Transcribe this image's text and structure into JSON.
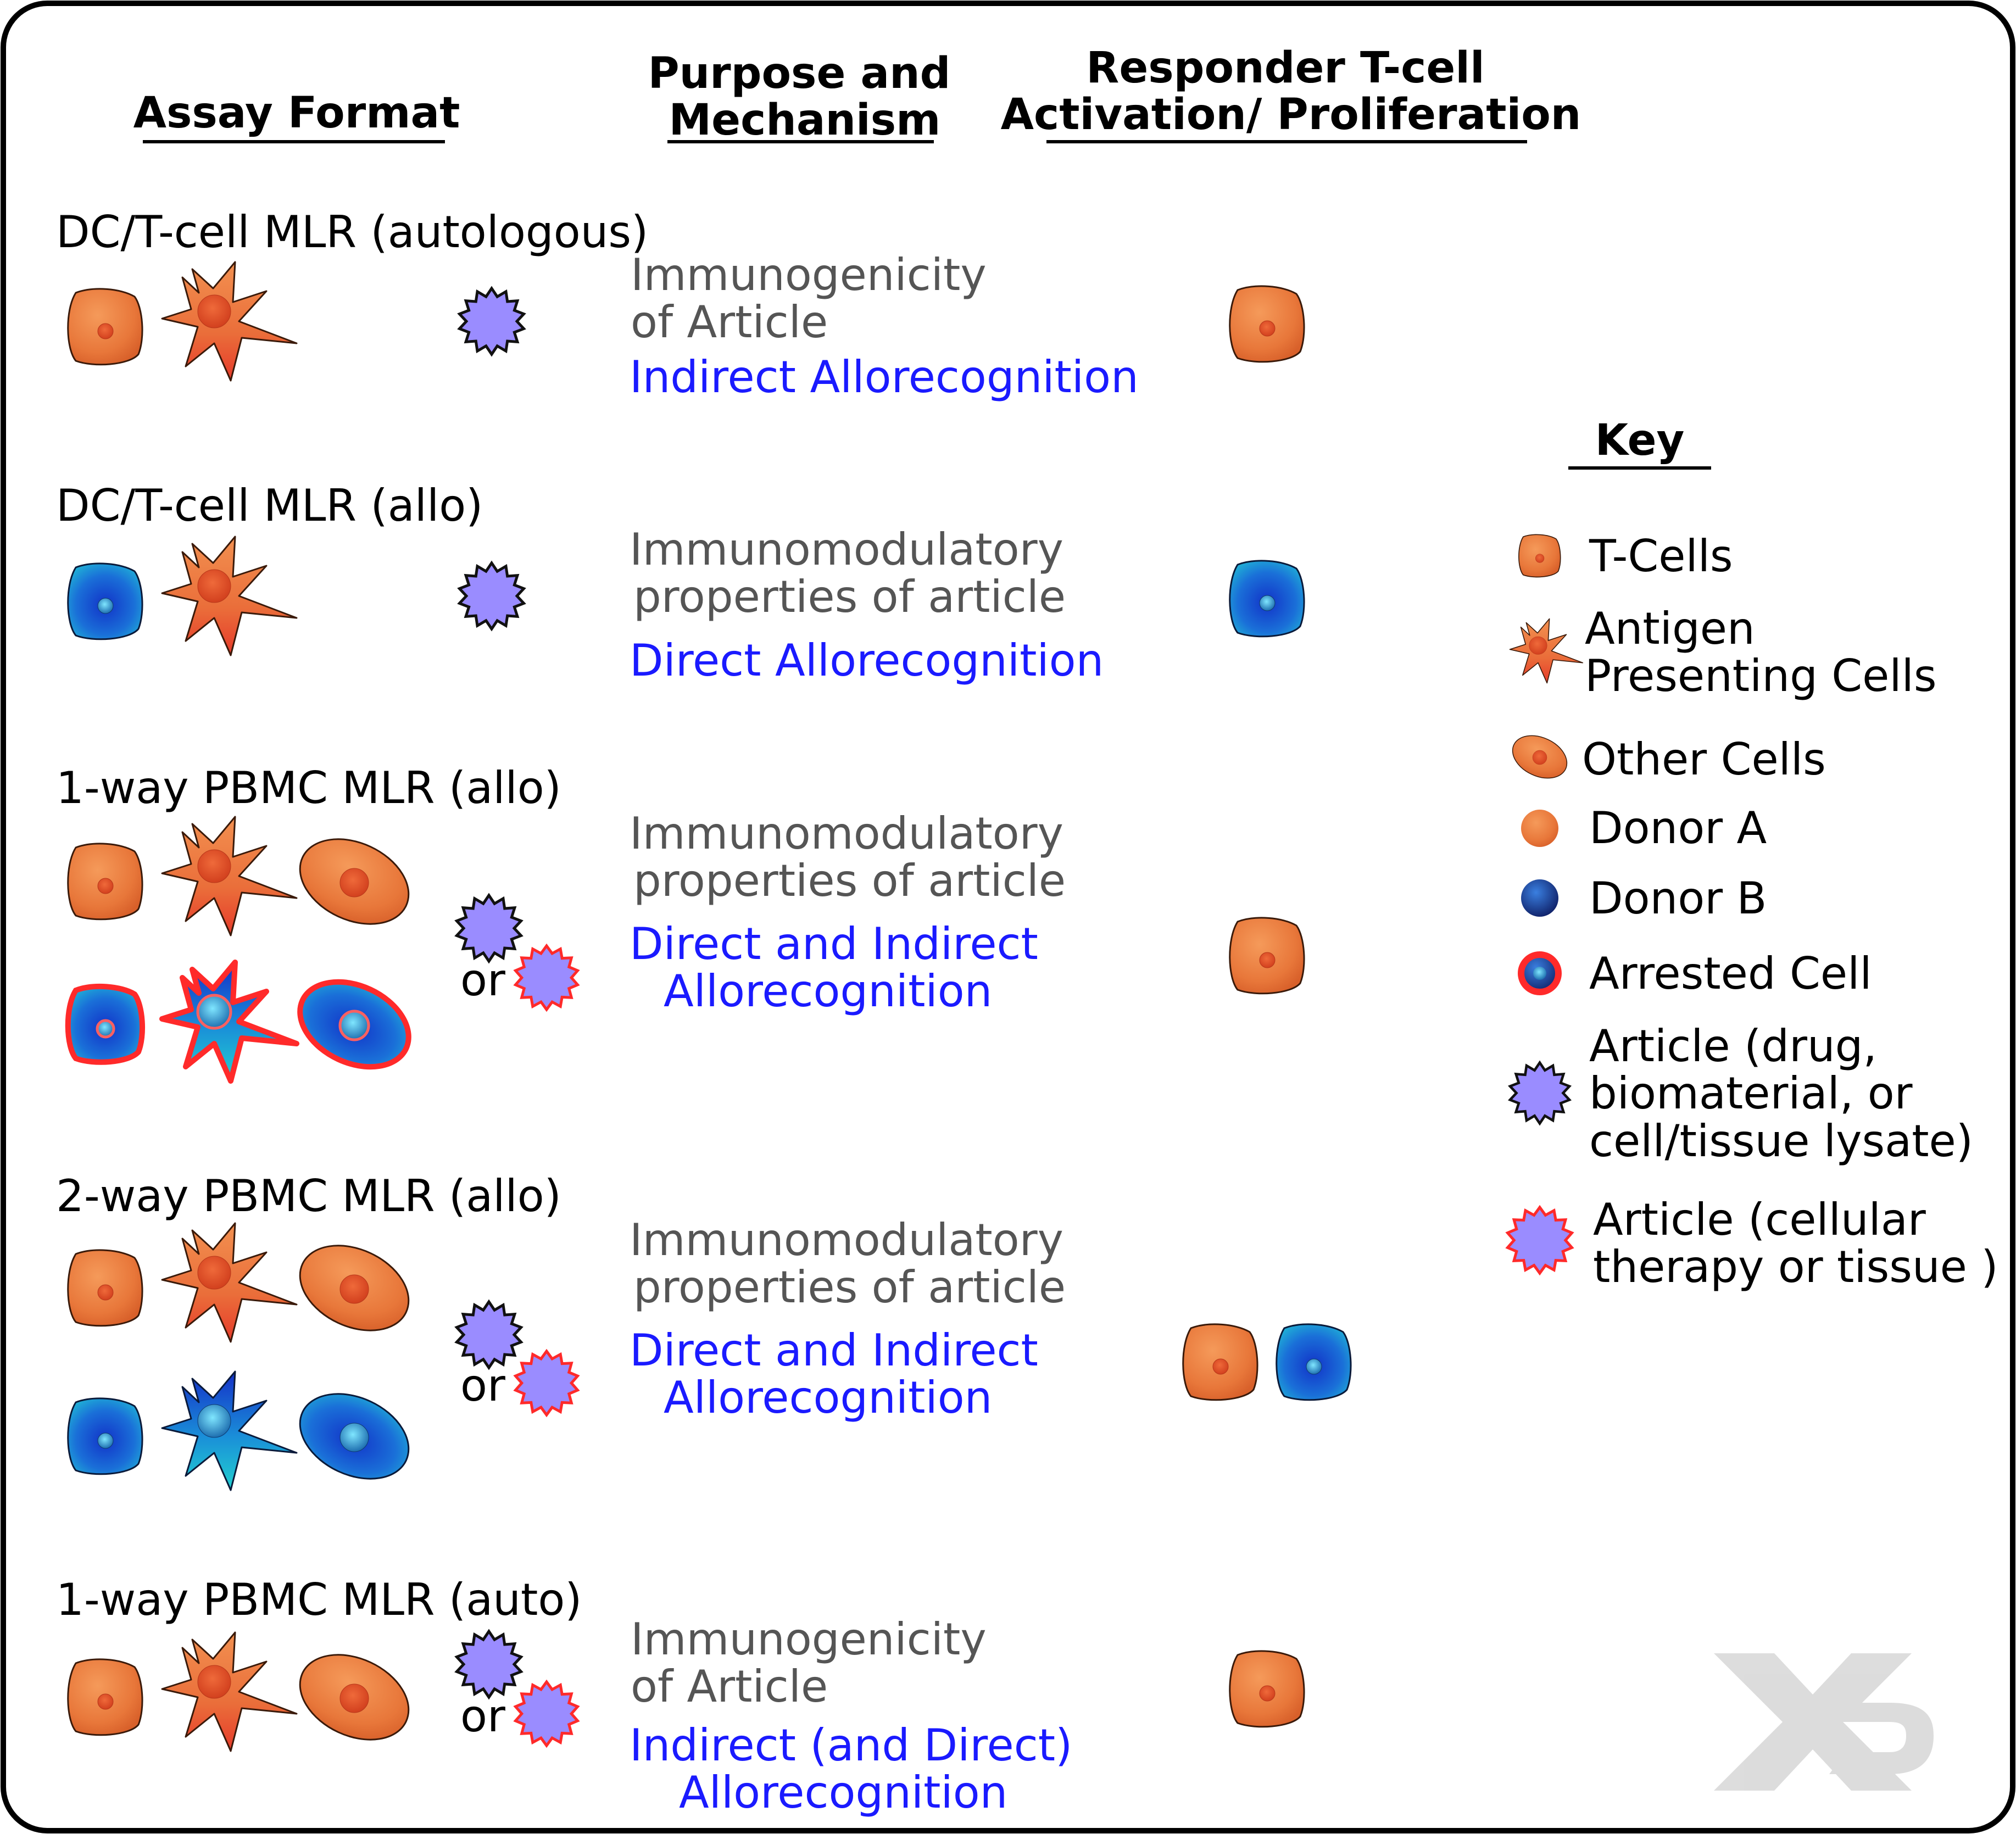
{
  "colors": {
    "purpose_text": "#555555",
    "mechanism_text": "#1a1aff",
    "donor_a": "#e8773a",
    "donor_b": "#1f5fd6",
    "arrested_outline": "#ff2a2a",
    "article": "#9a8cff",
    "border": "#000000"
  },
  "headers": {
    "assay_format": "Assay Format",
    "purpose_line1": "Purpose and",
    "purpose_line2": "Mechanism",
    "responder_line1": "Responder T-cell",
    "responder_line2": "Activation/ Proliferation"
  },
  "rows": [
    {
      "format": "DC/T-cell MLR (autologous)",
      "purpose": [
        "Immunogenicity",
        "of Article"
      ],
      "mechanism": [
        "Indirect Allorecognition"
      ],
      "article_variants": [
        "drug"
      ],
      "responders": [
        "donor-a"
      ]
    },
    {
      "format": "DC/T-cell MLR (allo)",
      "purpose": [
        "Immunomodulatory",
        "properties of article"
      ],
      "mechanism": [
        "Direct Allorecognition"
      ],
      "article_variants": [
        "drug"
      ],
      "responders": [
        "donor-b"
      ]
    },
    {
      "format": "1-way PBMC MLR (allo)",
      "purpose": [
        "Immunomodulatory",
        "properties of article"
      ],
      "mechanism": [
        "Direct and Indirect",
        "Allorecognition"
      ],
      "article_variants": [
        "drug",
        "cellular"
      ],
      "responders": [
        "donor-a"
      ]
    },
    {
      "format": "2-way PBMC MLR (allo)",
      "purpose": [
        "Immunomodulatory",
        "properties of article"
      ],
      "mechanism": [
        "Direct and Indirect",
        "Allorecognition"
      ],
      "article_variants": [
        "drug",
        "cellular"
      ],
      "responders": [
        "donor-a",
        "donor-b"
      ]
    },
    {
      "format": "1-way PBMC MLR (auto)",
      "purpose": [
        "Immunogenicity",
        "of Article"
      ],
      "mechanism": [
        "Indirect (and Direct)",
        "Allorecognition"
      ],
      "article_variants": [
        "drug",
        "cellular"
      ],
      "responders": [
        "donor-a"
      ]
    }
  ],
  "or_label": "or",
  "key": {
    "title": "Key",
    "items": [
      {
        "icon": "t-cell-icon",
        "lines": [
          "T-Cells"
        ]
      },
      {
        "icon": "apc-icon",
        "lines": [
          "Antigen",
          "Presenting Cells"
        ]
      },
      {
        "icon": "other-cell-icon",
        "lines": [
          "Other Cells"
        ]
      },
      {
        "icon": "donor-a-icon",
        "lines": [
          "Donor A"
        ]
      },
      {
        "icon": "donor-b-icon",
        "lines": [
          "Donor B"
        ]
      },
      {
        "icon": "arrested-cell-icon",
        "lines": [
          "Arrested Cell"
        ]
      },
      {
        "icon": "article-drug-icon",
        "lines": [
          "Article (drug,",
          "biomaterial, or",
          "cell/tissue lysate)"
        ]
      },
      {
        "icon": "article-cellular-icon",
        "lines": [
          "Article (cellular",
          "therapy or tissue )"
        ]
      }
    ]
  },
  "logo": {
    "icon": "xd-logo"
  }
}
